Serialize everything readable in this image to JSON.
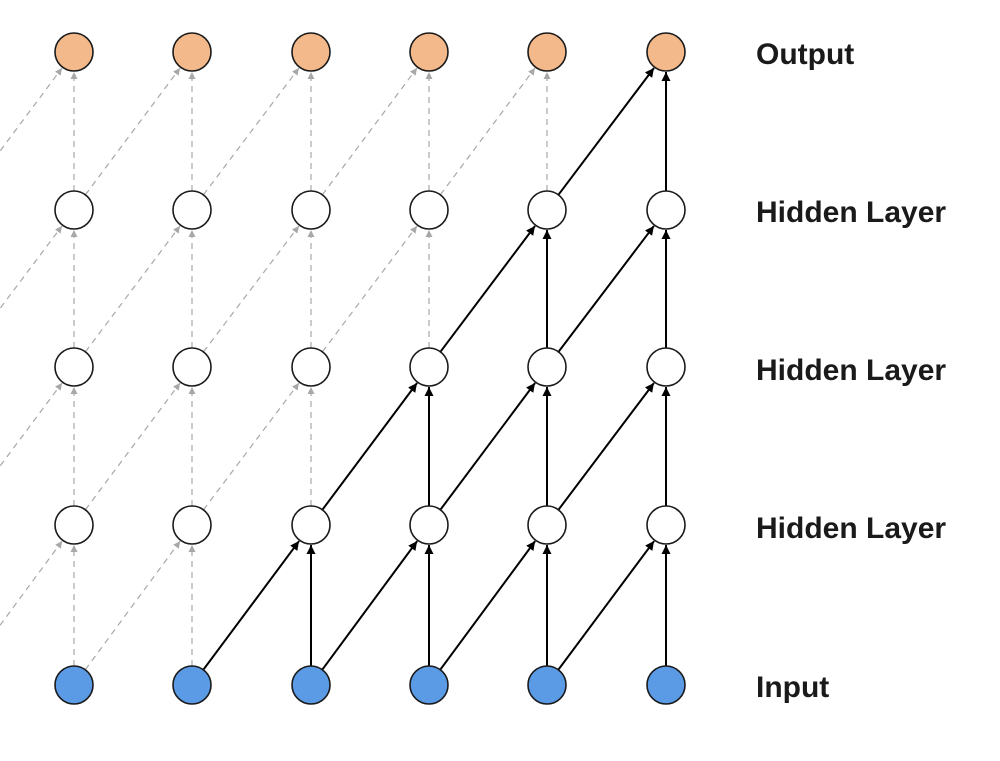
{
  "diagram": {
    "layers": [
      {
        "label": "Output",
        "role": "output"
      },
      {
        "label": "Hidden Layer",
        "role": "hidden"
      },
      {
        "label": "Hidden Layer",
        "role": "hidden"
      },
      {
        "label": "Hidden Layer",
        "role": "hidden"
      },
      {
        "label": "Input",
        "role": "input"
      }
    ],
    "columns": 6,
    "colors": {
      "output_fill": "#f4b98b",
      "hidden_fill": "#ffffff",
      "input_fill": "#5b9be6",
      "node_stroke": "#1a1a1a",
      "active_edge": "#000000",
      "inactive_edge": "#a8a8a8"
    },
    "active_output_column": 5,
    "edge_style": {
      "active": "solid-arrow",
      "inactive": "dashed-arrow"
    }
  }
}
